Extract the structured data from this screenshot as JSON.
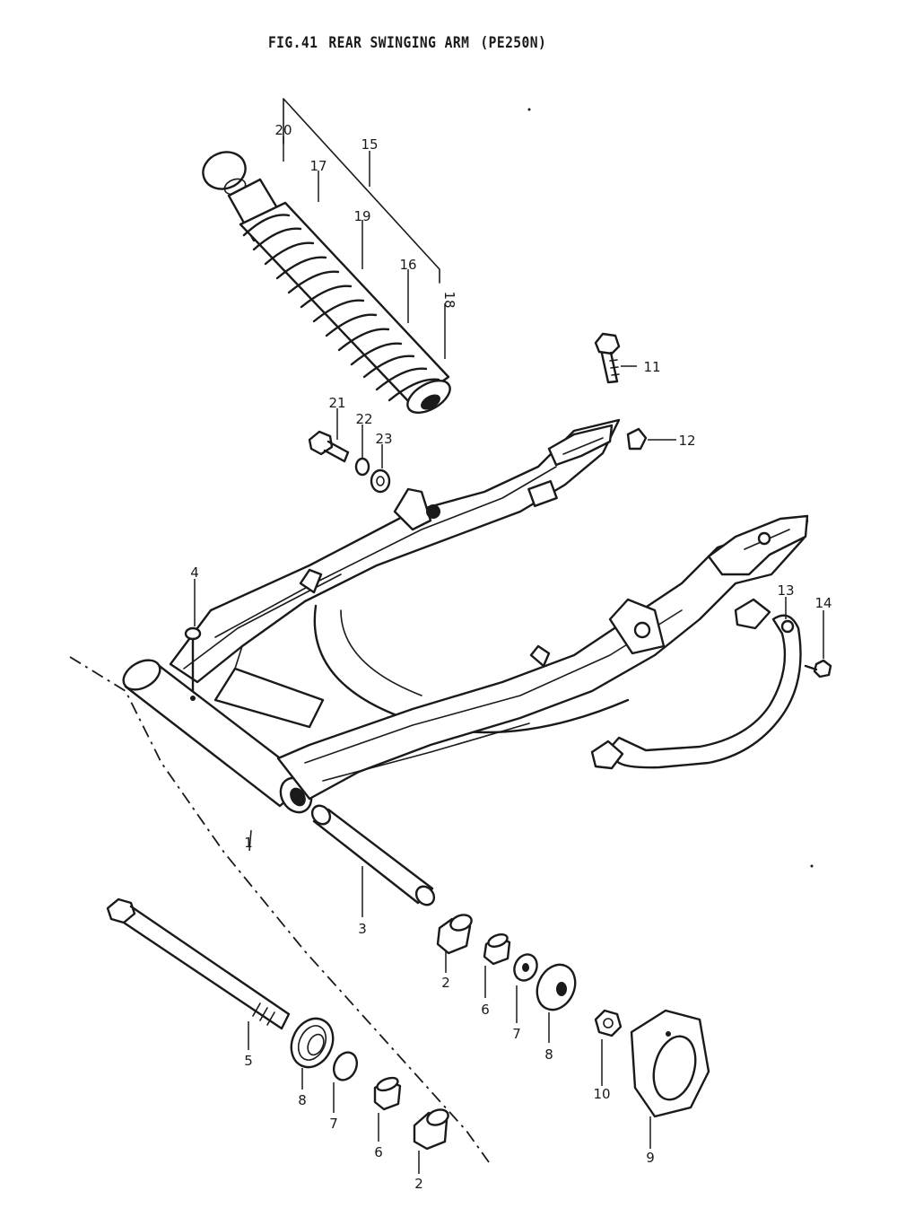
{
  "title": {
    "fig": "FIG.41",
    "name": "REAR SWINGING ARM",
    "model": "(PE250N)"
  },
  "callouts": [
    {
      "id": "c20",
      "text": "20"
    },
    {
      "id": "c15",
      "text": "15"
    },
    {
      "id": "c17",
      "text": "17"
    },
    {
      "id": "c19",
      "text": "19"
    },
    {
      "id": "c16",
      "text": "16"
    },
    {
      "id": "c18",
      "text": "18"
    },
    {
      "id": "c11",
      "text": "11"
    },
    {
      "id": "c21",
      "text": "21"
    },
    {
      "id": "c22",
      "text": "22"
    },
    {
      "id": "c23",
      "text": "23"
    },
    {
      "id": "c12",
      "text": "12"
    },
    {
      "id": "c4",
      "text": "4"
    },
    {
      "id": "c13",
      "text": "13"
    },
    {
      "id": "c14",
      "text": "14"
    },
    {
      "id": "c1",
      "text": "1"
    },
    {
      "id": "c3",
      "text": "3"
    },
    {
      "id": "c2a",
      "text": "2"
    },
    {
      "id": "c6a",
      "text": "6"
    },
    {
      "id": "c7a",
      "text": "7"
    },
    {
      "id": "c8a",
      "text": "8"
    },
    {
      "id": "c5",
      "text": "5"
    },
    {
      "id": "c8b",
      "text": "8"
    },
    {
      "id": "c7b",
      "text": "7"
    },
    {
      "id": "c6b",
      "text": "6"
    },
    {
      "id": "c2b",
      "text": "2"
    },
    {
      "id": "c10",
      "text": "10"
    },
    {
      "id": "c9",
      "text": "9"
    }
  ]
}
